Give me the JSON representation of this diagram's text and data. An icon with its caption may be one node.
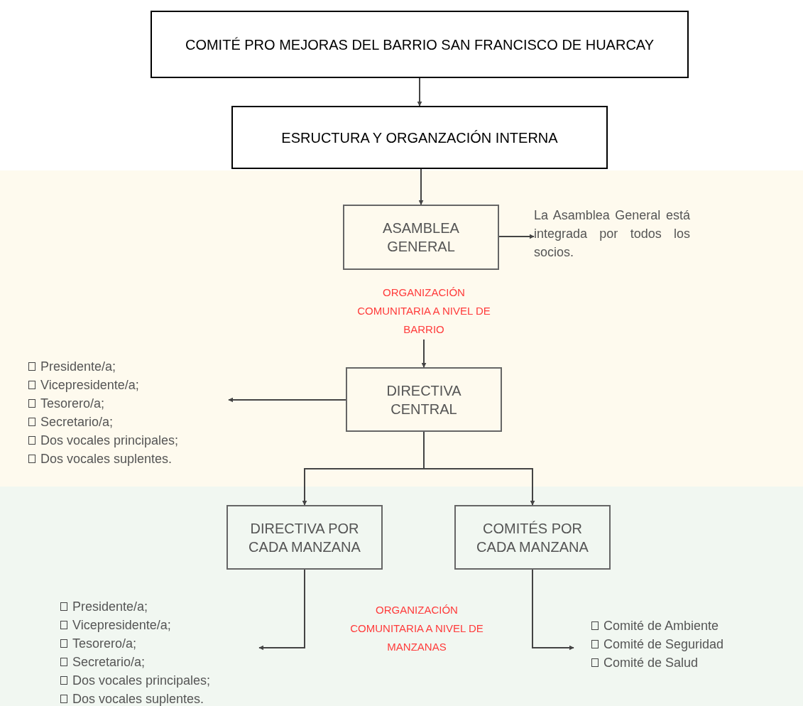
{
  "diagram": {
    "nodes": [
      {
        "text": [
          "COMITÉ PRO MEJORAS DEL BARRIO SAN FRANCISCO DE HUARCAY"
        ]
      },
      {
        "text": [
          "ESRUCTURA  Y ORGANZACIÓN INTERNA"
        ]
      },
      {
        "text": [
          "ASAMBLEA GENERAL"
        ]
      },
      {
        "text": [
          "La Asamblea General está integrada por todos los socios."
        ]
      },
      {
        "text": [
          "ORGANIZACIÓN COMUNITARIA A NIVEL DE BARRIO"
        ]
      },
      {
        "text": [
          "DIRECTIVA CENTRAL"
        ]
      },
      {
        "text": [
          "Presidente/a;",
          "Vicepresidente/a;",
          "Tesorero/a;",
          "Secretario/a;",
          "Dos vocales principales;",
          "Dos vocales suplentes."
        ]
      },
      {
        "text": [
          "DIRECTIVA POR CADA MANZANA"
        ]
      },
      {
        "text": [
          "COMITÉS POR CADA MANZANA"
        ]
      },
      {
        "text": [
          "Presidente/a;",
          "Vicepresidente/a;",
          "Tesorero/a;",
          "Secretario/a;",
          "Dos vocales principales;",
          "Dos vocales suplentes."
        ]
      },
      {
        "text": [
          "Comité de Ambiente",
          "Comité de Seguridad",
          "Comité de Salud"
        ]
      }
    ],
    "edges": [
      {
        "from": 0,
        "to": 1,
        "arrow": "to"
      },
      {
        "from": 1,
        "to": 2,
        "arrow": "to"
      },
      {
        "from": 2,
        "to": 3,
        "arrow": "to"
      },
      {
        "from": 4,
        "to": 5,
        "arrow": "to"
      },
      {
        "from": 5,
        "to": 6,
        "arrow": "to"
      },
      {
        "from": 5,
        "to": 7,
        "arrow": "to"
      },
      {
        "from": 5,
        "to": 8,
        "arrow": "to"
      },
      {
        "from": 7,
        "to": 9,
        "arrow": "to"
      },
      {
        "from": 8,
        "to": 10,
        "arrow": "to"
      }
    ],
    "labels": [
      "ORGANIZACIÓN COMUNITARIA A NIVEL DE MANZANAS"
    ]
  }
}
